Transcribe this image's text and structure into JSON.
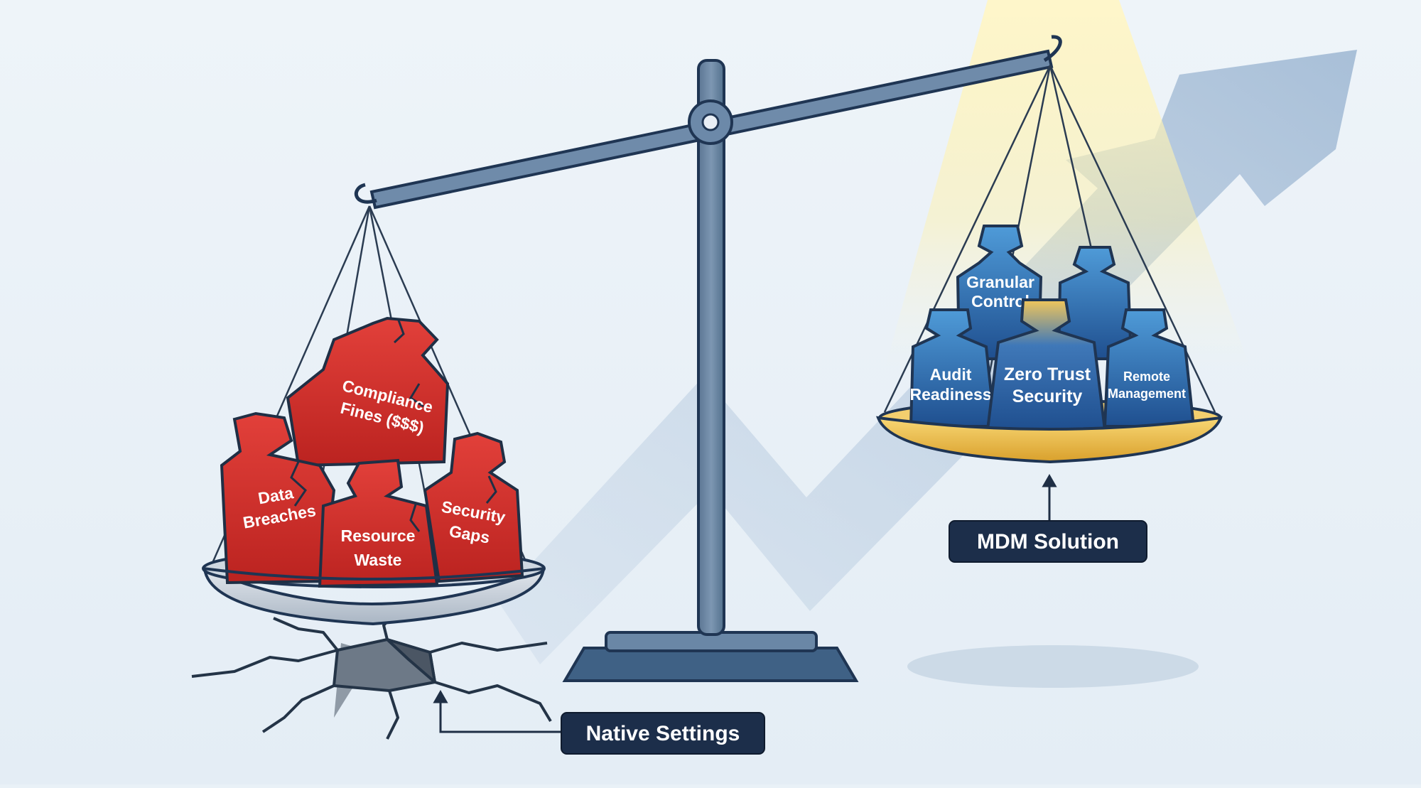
{
  "left_pan": {
    "weights": [
      {
        "lines": [
          "Compliance",
          "Fines ($$$)"
        ]
      },
      {
        "lines": [
          "Data",
          "Breaches"
        ]
      },
      {
        "lines": [
          "Resource",
          "Waste"
        ]
      },
      {
        "lines": [
          "Security",
          "Gaps"
        ]
      }
    ],
    "label": "Native Settings"
  },
  "right_pan": {
    "weights": [
      {
        "lines": [
          "Granular",
          "Control"
        ]
      },
      {
        "lines": [
          "Audit",
          "Readiness"
        ]
      },
      {
        "lines": [
          "Zero Trust",
          "Security"
        ]
      },
      {
        "lines": [
          "Remote",
          "Management"
        ]
      }
    ],
    "label": "MDM Solution"
  },
  "colors": {
    "background": "#e9f1f7",
    "negative_red": "#d8322e",
    "positive_blue": "#2f6fb0",
    "gold": "#e9b640",
    "steel": "#5a7896",
    "label_navy": "#1c2e4a"
  },
  "icons": [
    "upward-trend-arrow",
    "ground-crack",
    "spotlight-beam"
  ]
}
